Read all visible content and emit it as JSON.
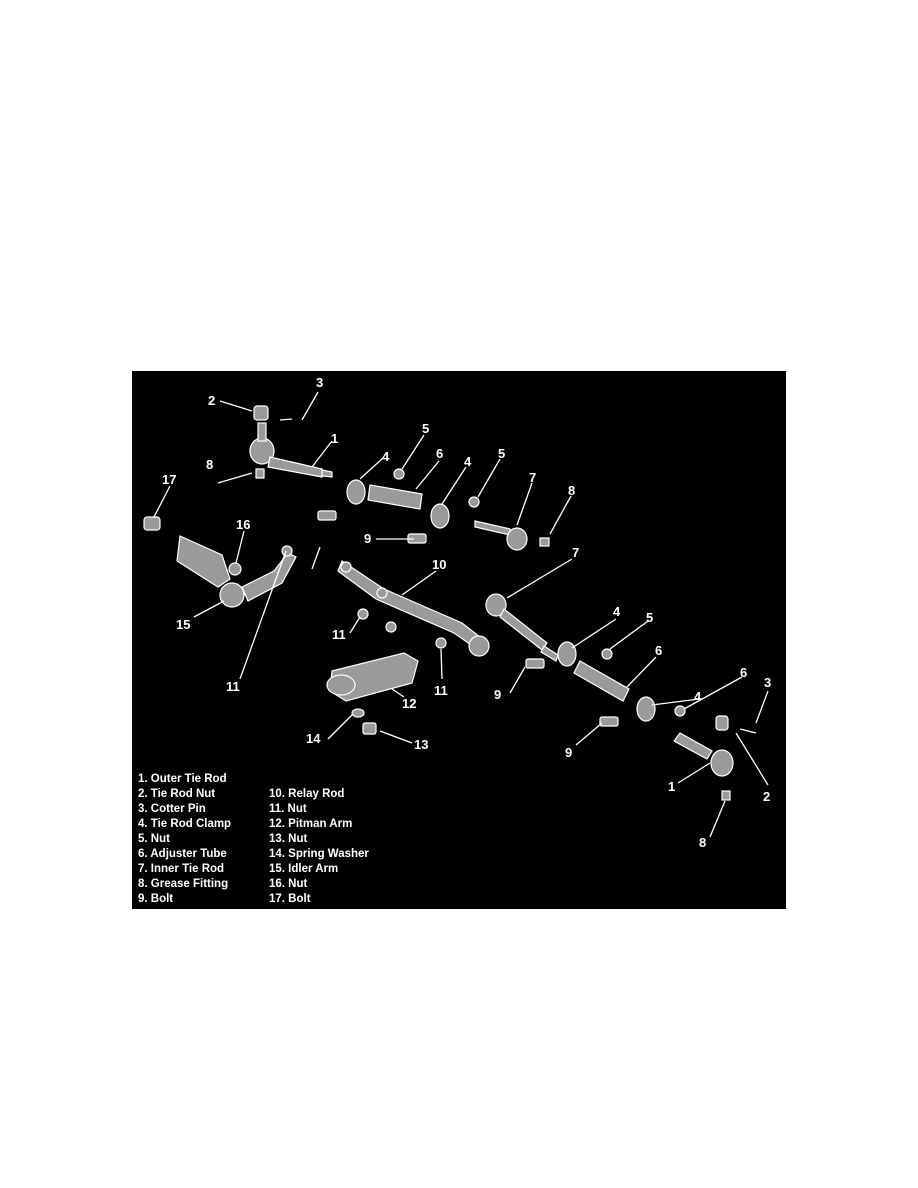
{
  "colors": {
    "background": "#000000",
    "foreground": "#ffffff",
    "page": "#ffffff"
  },
  "callouts": [
    {
      "id": "c3a",
      "text": "3"
    },
    {
      "id": "c2a",
      "text": "2"
    },
    {
      "id": "c1a",
      "text": "1"
    },
    {
      "id": "c4a",
      "text": "4"
    },
    {
      "id": "c5a",
      "text": "5"
    },
    {
      "id": "c6a",
      "text": "6"
    },
    {
      "id": "c4b",
      "text": "4"
    },
    {
      "id": "c5b",
      "text": "5"
    },
    {
      "id": "c7a",
      "text": "7"
    },
    {
      "id": "c8a",
      "text": "8"
    },
    {
      "id": "c8b",
      "text": "8"
    },
    {
      "id": "c17",
      "text": "17"
    },
    {
      "id": "c16",
      "text": "16"
    },
    {
      "id": "c9a",
      "text": "9"
    },
    {
      "id": "c10",
      "text": "10"
    },
    {
      "id": "c7b",
      "text": "7"
    },
    {
      "id": "c15",
      "text": "15"
    },
    {
      "id": "c11a",
      "text": "11"
    },
    {
      "id": "c11b",
      "text": "11"
    },
    {
      "id": "c11c",
      "text": "11"
    },
    {
      "id": "c12",
      "text": "12"
    },
    {
      "id": "c4c",
      "text": "4"
    },
    {
      "id": "c5c",
      "text": "5"
    },
    {
      "id": "c6b",
      "text": "6"
    },
    {
      "id": "c9b",
      "text": "9"
    },
    {
      "id": "c4d",
      "text": "4"
    },
    {
      "id": "c6c",
      "text": "6"
    },
    {
      "id": "c3b",
      "text": "3"
    },
    {
      "id": "c14",
      "text": "14"
    },
    {
      "id": "c13",
      "text": "13"
    },
    {
      "id": "c9c",
      "text": "9"
    },
    {
      "id": "c1b",
      "text": "1"
    },
    {
      "id": "c2b",
      "text": "2"
    },
    {
      "id": "c8c",
      "text": "8"
    }
  ],
  "legend": {
    "left": [
      "1.  Outer Tie Rod",
      "2.  Tie Rod Nut",
      "3.  Cotter Pin",
      "4.  Tie Rod Clamp",
      "5.  Nut",
      "6.  Adjuster Tube",
      "7.  Inner Tie Rod",
      "8.  Grease Fitting",
      "9.  Bolt"
    ],
    "right": [
      "10.  Relay Rod",
      "11.  Nut",
      "12.  Pitman Arm",
      "13.  Nut",
      "14.  Spring Washer",
      "15.  Idler Arm",
      "16.  Nut",
      "17.  Bolt"
    ]
  }
}
